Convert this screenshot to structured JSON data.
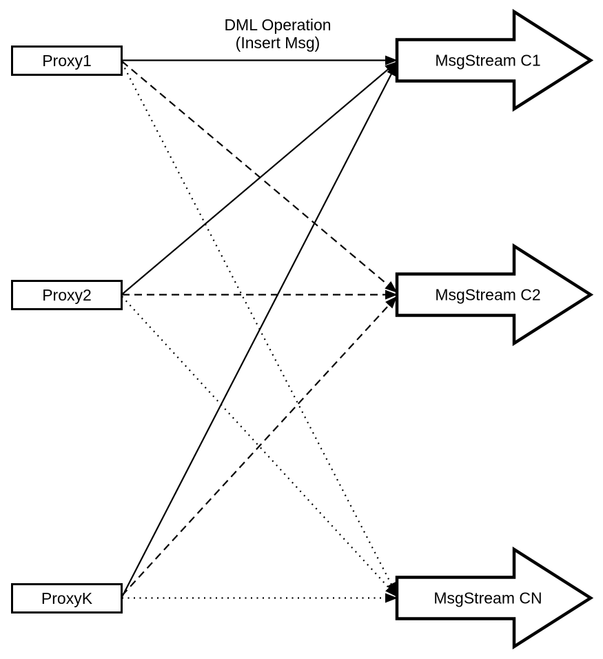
{
  "diagram": {
    "background_color": "#ffffff",
    "stroke_color": "#000000",
    "annotation": {
      "line1": "DML Operation",
      "line2": "(Insert Msg)"
    },
    "proxies": [
      {
        "id": "proxy1",
        "label": "Proxy1"
      },
      {
        "id": "proxy2",
        "label": "Proxy2"
      },
      {
        "id": "proxyk",
        "label": "ProxyK"
      }
    ],
    "streams": [
      {
        "id": "c1",
        "label": "MsgStream C1"
      },
      {
        "id": "c2",
        "label": "MsgStream C2"
      },
      {
        "id": "cn",
        "label": "MsgStream CN"
      }
    ],
    "edges": [
      {
        "from": "Proxy1",
        "to": "MsgStream C1",
        "line_style": "solid"
      },
      {
        "from": "Proxy2",
        "to": "MsgStream C1",
        "line_style": "solid"
      },
      {
        "from": "ProxyK",
        "to": "MsgStream C1",
        "line_style": "solid"
      },
      {
        "from": "Proxy1",
        "to": "MsgStream C2",
        "line_style": "dashed"
      },
      {
        "from": "Proxy2",
        "to": "MsgStream C2",
        "line_style": "dashed"
      },
      {
        "from": "ProxyK",
        "to": "MsgStream C2",
        "line_style": "dashed"
      },
      {
        "from": "Proxy1",
        "to": "MsgStream CN",
        "line_style": "dotted"
      },
      {
        "from": "Proxy2",
        "to": "MsgStream CN",
        "line_style": "dotted"
      },
      {
        "from": "ProxyK",
        "to": "MsgStream CN",
        "line_style": "dotted"
      }
    ]
  }
}
